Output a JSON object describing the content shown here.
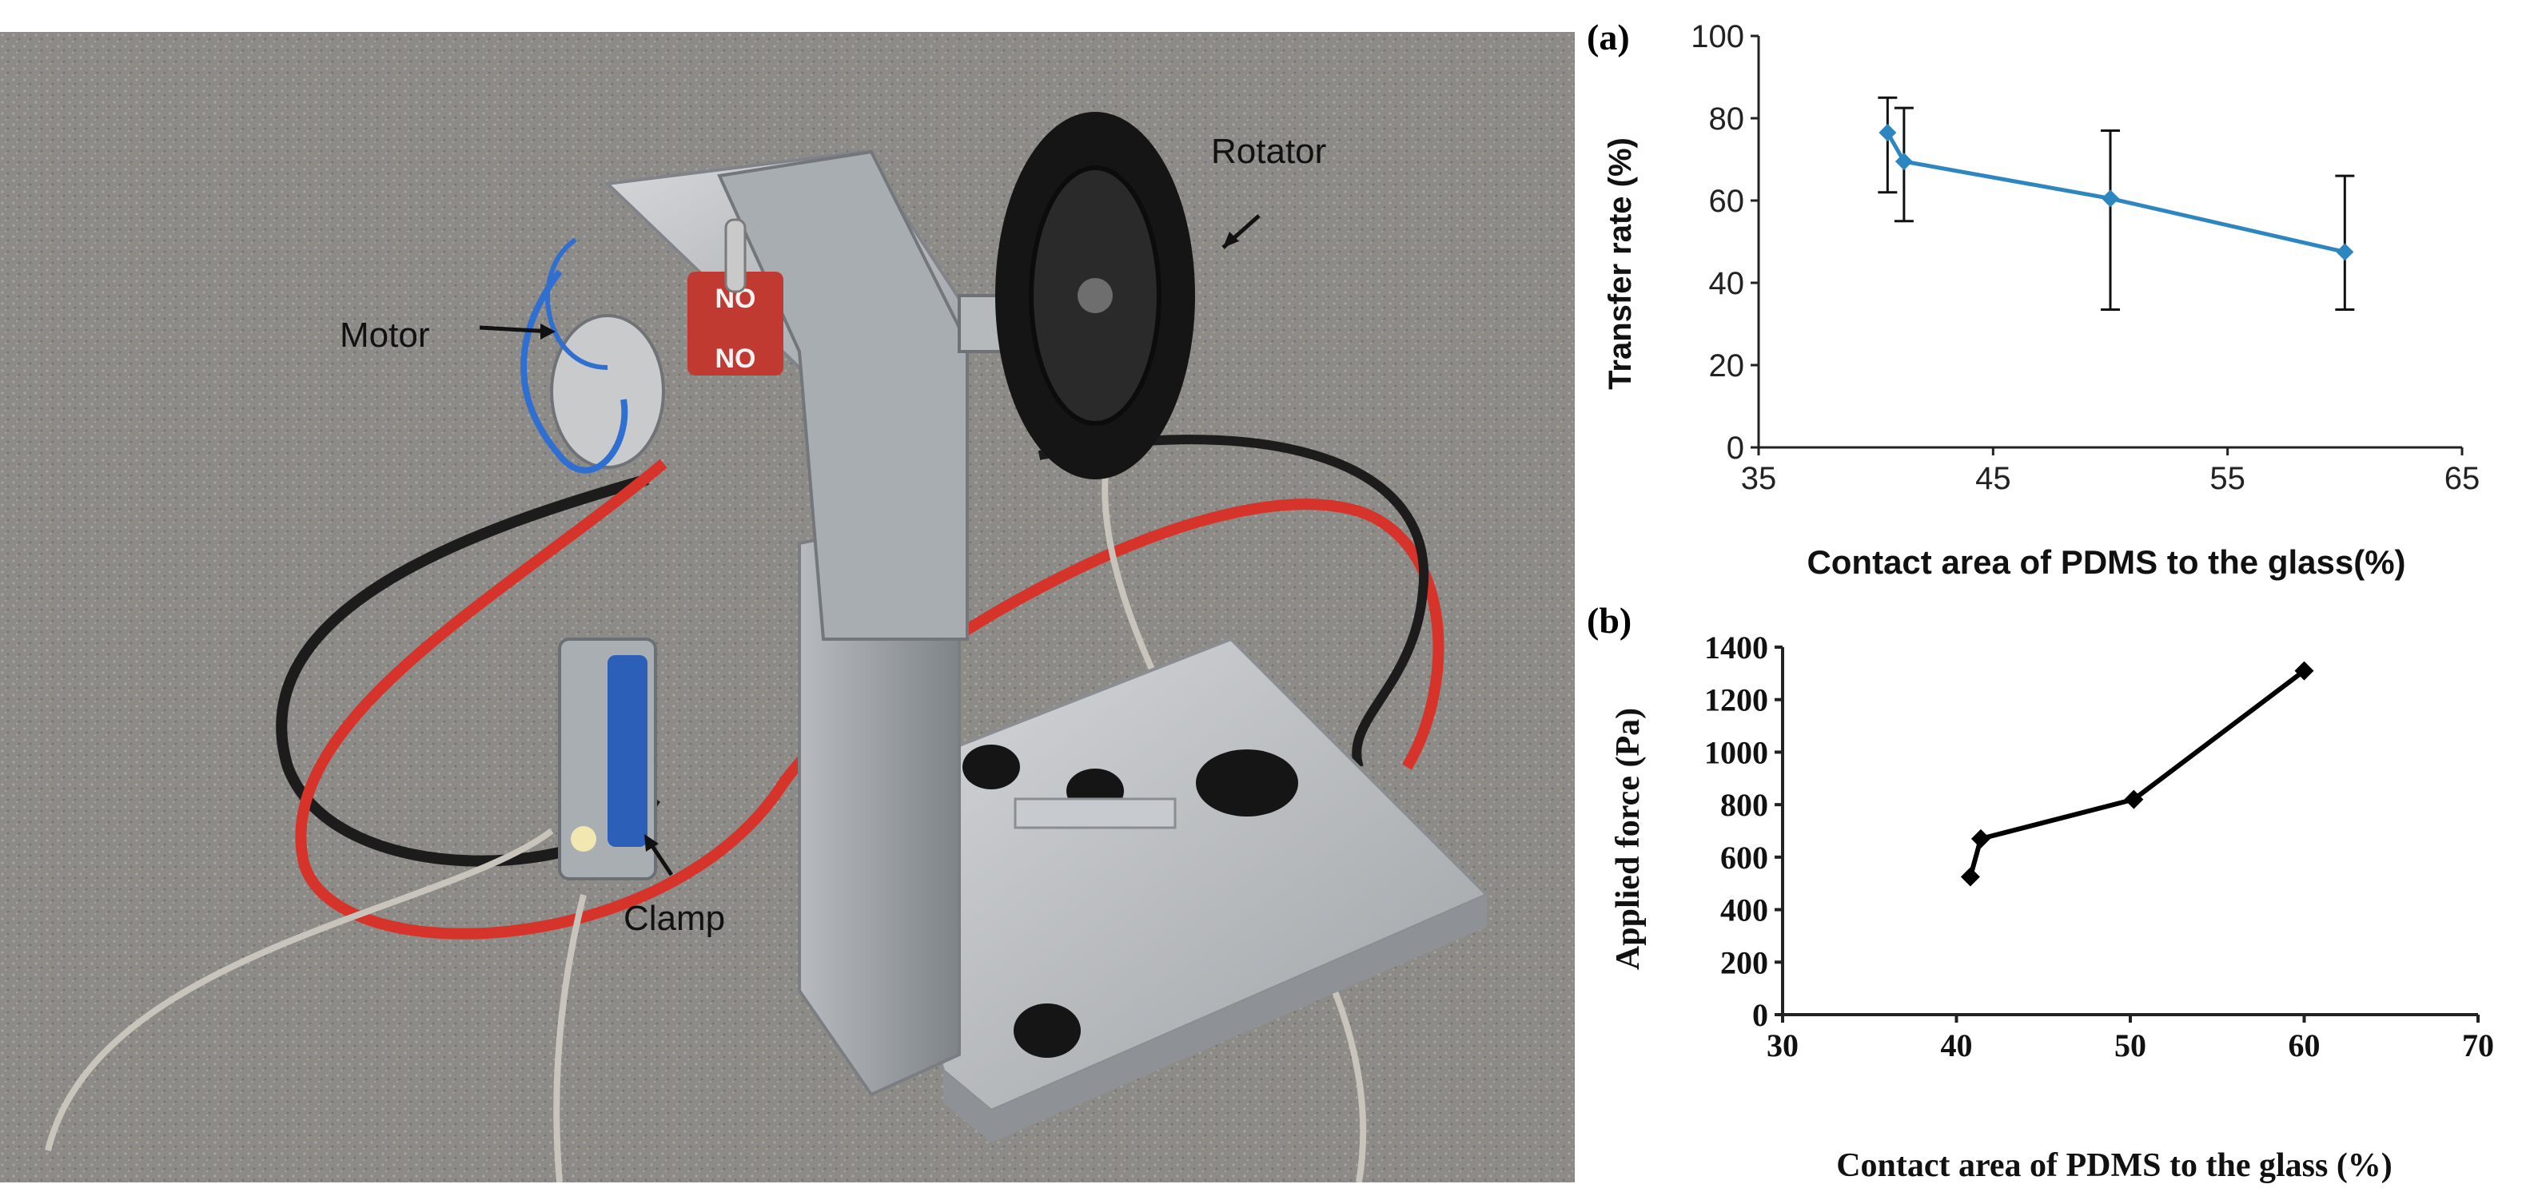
{
  "photo": {
    "labels": {
      "rotator": "Rotator",
      "motor": "Motor",
      "clamp": "Clamp"
    },
    "switch_text": {
      "top": "NO",
      "bottom": "NO"
    }
  },
  "chart_data": [
    {
      "panel": "(a)",
      "type": "line",
      "x": [
        40.5,
        41.2,
        50,
        60
      ],
      "series": [
        {
          "values": [
            76.5,
            69.5,
            60.5,
            47.5
          ],
          "error_low": [
            62,
            55,
            33.5,
            33.5
          ],
          "error_high": [
            85,
            82.5,
            77,
            66
          ]
        }
      ],
      "xlabel": "Contact area of PDMS to the glass(%)",
      "ylabel": "Transfer rate (%)",
      "xlim": [
        35,
        65
      ],
      "ylim": [
        0,
        100
      ],
      "xticks": [
        "35",
        "45",
        "55",
        "65"
      ],
      "yticks": [
        "0",
        "20",
        "40",
        "60",
        "80",
        "100"
      ],
      "grid": false,
      "color": "#2e86c1"
    },
    {
      "panel": "(b)",
      "type": "line",
      "x": [
        40.8,
        41.4,
        50.2,
        60
      ],
      "series": [
        {
          "values": [
            525,
            670,
            820,
            1310
          ]
        }
      ],
      "xlabel": "Contact area of PDMS to the glass (%)",
      "ylabel": "Applied force (Pa)",
      "xlim": [
        30,
        70
      ],
      "ylim": [
        0,
        1400
      ],
      "xticks": [
        "30",
        "40",
        "50",
        "60",
        "70"
      ],
      "yticks": [
        "0",
        "200",
        "400",
        "600",
        "800",
        "1000",
        "1200",
        "1400"
      ],
      "grid": false,
      "color": "#000000"
    }
  ]
}
